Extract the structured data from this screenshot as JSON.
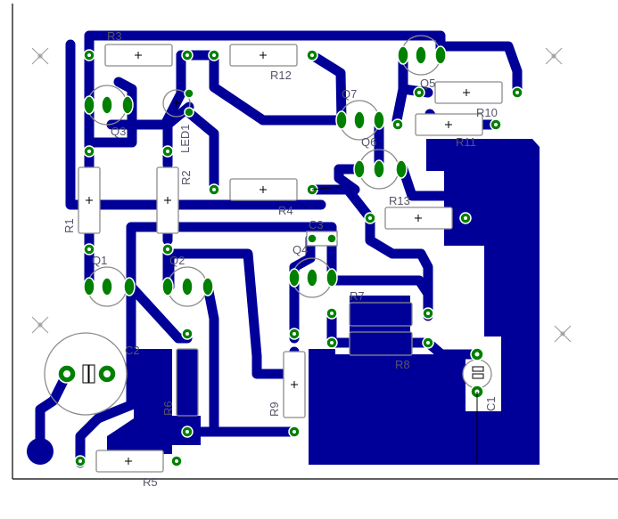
{
  "labels": {
    "r3": "R3",
    "r12": "R12",
    "led1": "LED1",
    "q3": "Q3",
    "q7": "Q7",
    "q5": "Q5",
    "r10": "R10",
    "r11": "R11",
    "q6": "Q6",
    "r1": "R1",
    "r2": "R2",
    "r4": "R4",
    "r13": "R13",
    "c3": "C3",
    "q4": "Q4",
    "q1": "Q1",
    "q2": "Q2",
    "c2": "C2",
    "r7": "R7",
    "r8": "R8",
    "r6": "R6",
    "r9": "R9",
    "c1": "C1",
    "r5": "R5"
  },
  "colors": {
    "copper": "#000099",
    "pad": "#008000",
    "board_outline": "#000000",
    "silkscreen": "#8c8c8c"
  }
}
